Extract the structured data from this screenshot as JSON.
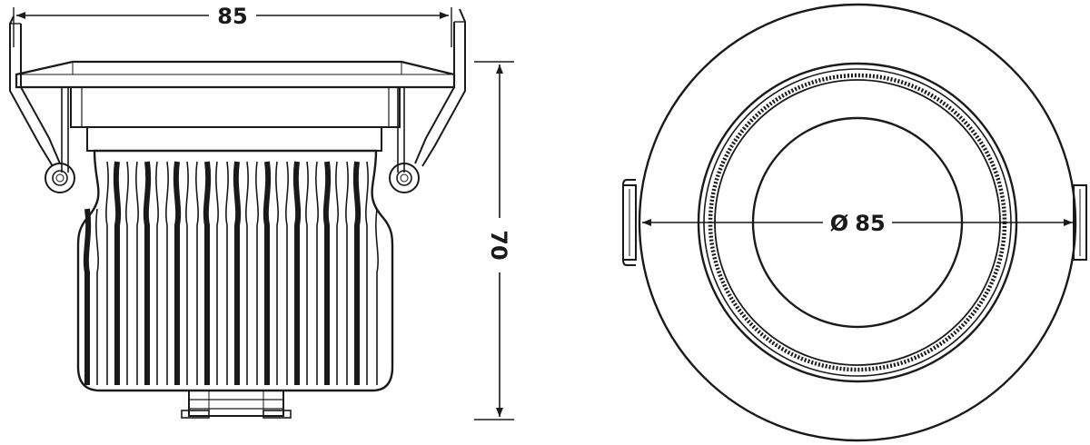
{
  "side_view": {
    "width_label": "85",
    "height_label": "70"
  },
  "front_view": {
    "diameter_symbol": "Ø",
    "diameter_label": "85"
  },
  "colors": {
    "line": "#1a1a1a",
    "background": "#ffffff"
  }
}
